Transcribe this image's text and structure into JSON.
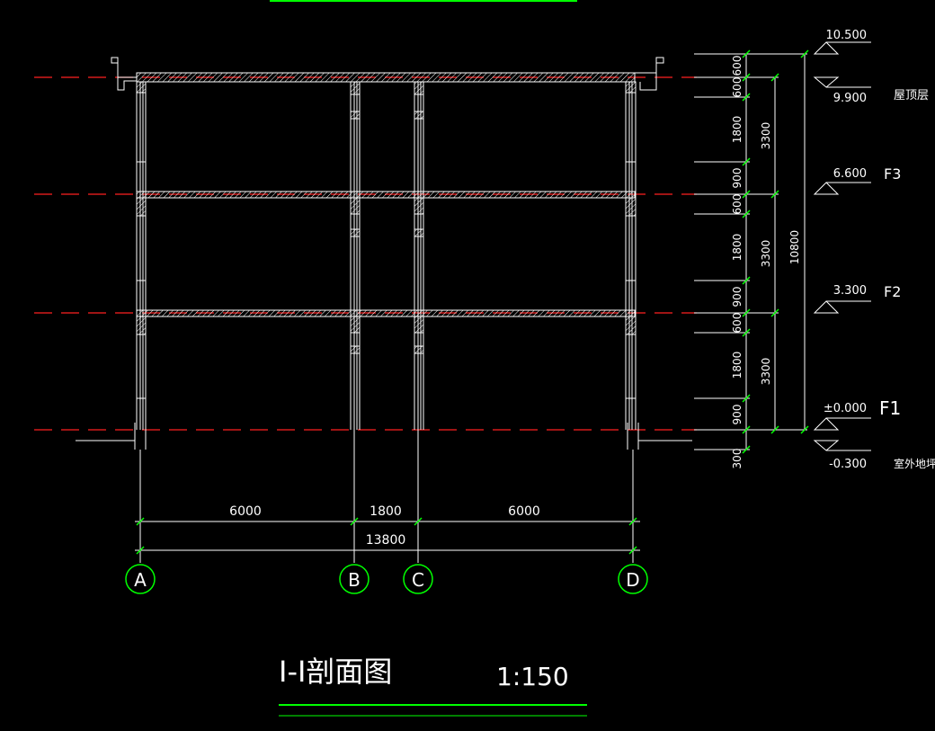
{
  "drawing": {
    "title": "I-I剖面图",
    "scale": "1:150"
  },
  "grid_axes": {
    "labels": [
      "A",
      "B",
      "C",
      "D"
    ],
    "spans": [
      "6000",
      "1800",
      "6000"
    ],
    "total": "13800"
  },
  "levels": {
    "elevations": [
      "10.500",
      "9.900",
      "6.600",
      "3.300",
      "±0.000",
      "-0.300"
    ],
    "names": [
      "屋顶层",
      "F3",
      "F2",
      "F1",
      "室外地坪"
    ]
  },
  "vertical_dims": {
    "segments": [
      "600",
      "600",
      "1800",
      "900",
      "600",
      "1800",
      "900",
      "600",
      "1800",
      "900",
      "300"
    ],
    "storeys": [
      "3300",
      "3300",
      "3300"
    ],
    "total": "10800"
  },
  "colors": {
    "background": "#000000",
    "structure": "#ffffff",
    "level_line": "#ff0000",
    "dimension_tick": "#00ff00",
    "axis_bubble": "#00ff00",
    "title_underline": "#00ff00"
  }
}
